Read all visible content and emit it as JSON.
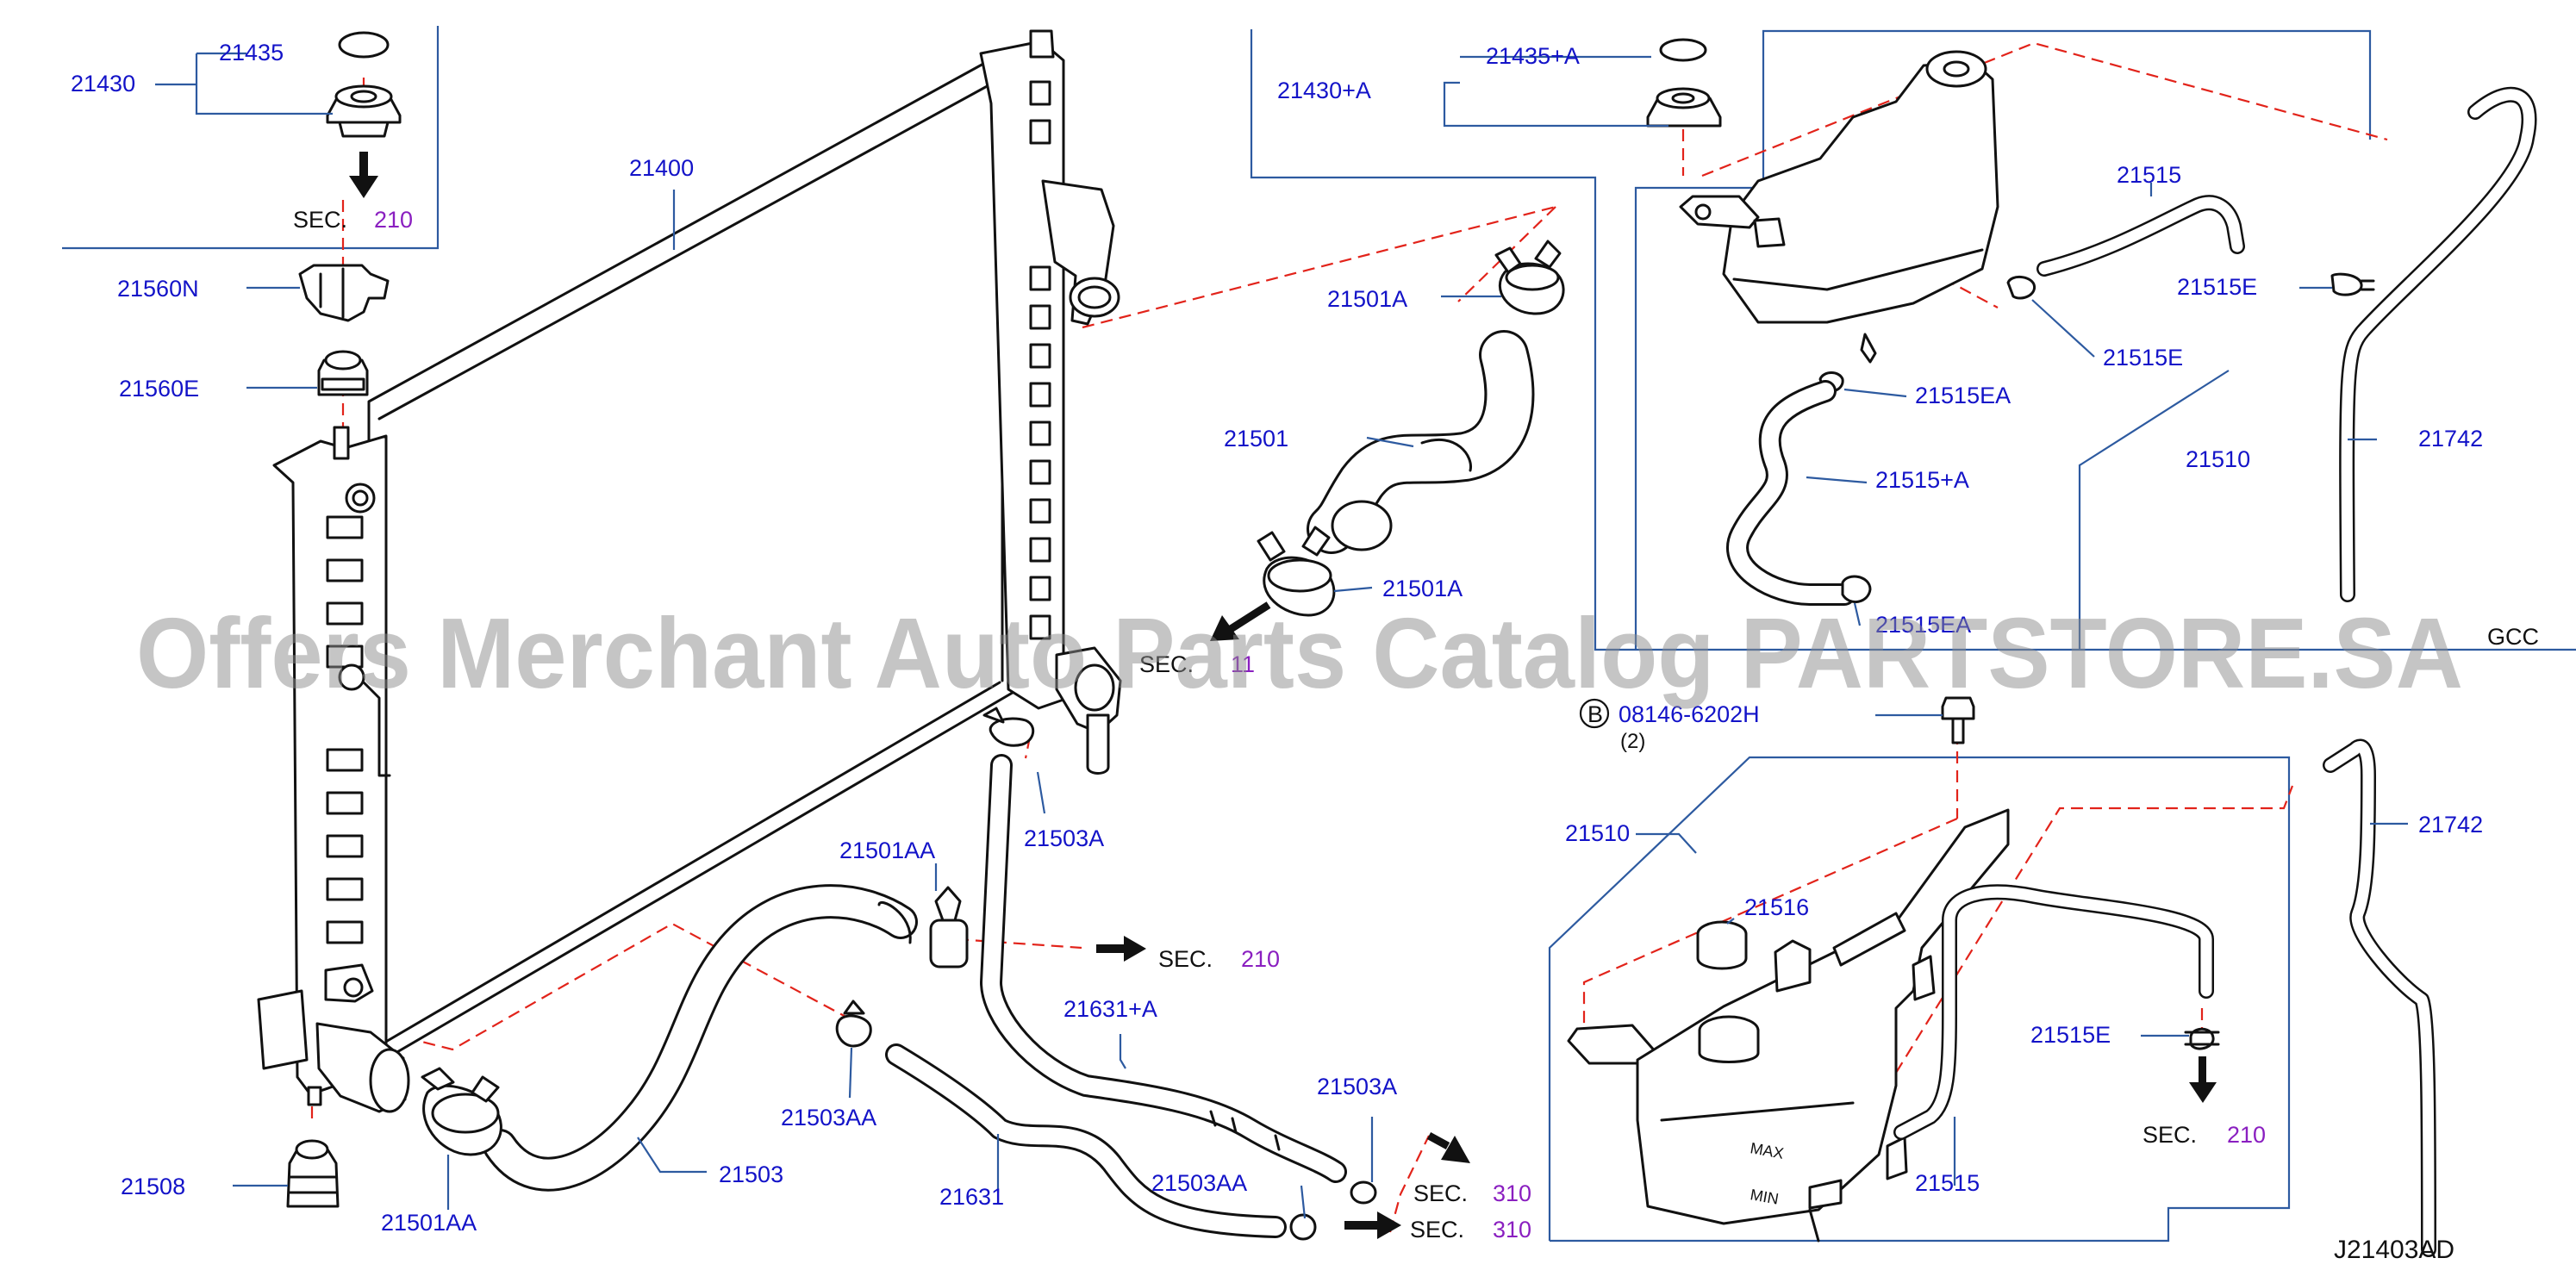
{
  "diagram_code": "J21403AD",
  "watermark": "Offers Merchant Auto Parts Catalog PARTSTORE.SA",
  "section_refs": {
    "sec_word": "SEC.",
    "sec_210": "210",
    "sec_310": "310",
    "sec_11": "11"
  },
  "labels": {
    "p21430": "21430",
    "p21435": "21435",
    "p21560N": "21560N",
    "p21560E": "21560E",
    "p21400": "21400",
    "p21508": "21508",
    "p21501AA_a": "21501AA",
    "p21503": "21503",
    "p21501AA_b": "21501AA",
    "p21503AA_a": "21503AA",
    "p21631": "21631",
    "p21503AA_b": "21503AA",
    "p21631A": "21631+A",
    "p21503A_a": "21503A",
    "p21503A_b": "21503A",
    "p21501A_a": "21501A",
    "p21501": "21501",
    "p21501A_b": "21501A",
    "p21430A": "21430+A",
    "p21435A": "21435+A",
    "p21515_top": "21515",
    "p21515E_a": "21515E",
    "p21515E_b": "21515E",
    "p21515EA_a": "21515EA",
    "p21515A": "21515+A",
    "p21515EA_b": "21515EA",
    "p21510_top": "21510",
    "p21742_top": "21742",
    "gcc": "GCC",
    "bolt_code": "08146-6202H",
    "bolt_marker": "B",
    "bolt_qty": "(2)",
    "p21510_bot": "21510",
    "p21516": "21516",
    "p21515E_c": "21515E",
    "p21515_bot": "21515",
    "p21742_bot": "21742",
    "tank_max": "MAX",
    "tank_min": "MIN"
  }
}
